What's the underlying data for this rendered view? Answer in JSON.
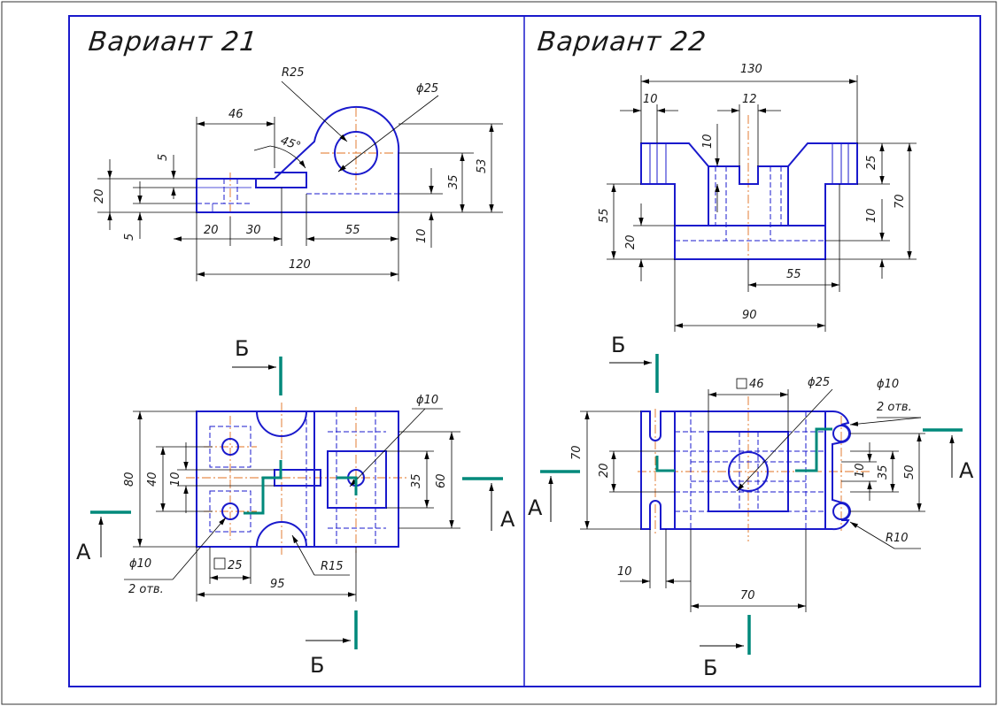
{
  "colors": {
    "frame": "#1a1acc",
    "part": "#1a1acc",
    "dim": "#000000",
    "axis": "#e07020",
    "cut": "#00897b"
  },
  "variant21": {
    "title": "Вариант 21",
    "front": {
      "dims": [
        "R25",
        "ϕ25",
        "46",
        "45°",
        "5",
        "20",
        "5",
        "35",
        "53",
        "20",
        "30",
        "55",
        "10",
        "120"
      ]
    },
    "plan": {
      "dims": [
        "ϕ10",
        "80",
        "40",
        "10",
        "35",
        "60",
        "ϕ10",
        "2 отв.",
        "25",
        "95",
        "R15"
      ],
      "section_labels": [
        "Б",
        "Б",
        "А",
        "А"
      ]
    }
  },
  "variant22": {
    "title": "Вариант 22",
    "front": {
      "dims": [
        "130",
        "10",
        "12",
        "10",
        "25",
        "70",
        "10",
        "55",
        "20",
        "55",
        "90"
      ]
    },
    "plan": {
      "dims": [
        "46",
        "ϕ25",
        "ϕ10",
        "2 отв.",
        "70",
        "20",
        "10",
        "35",
        "50",
        "R10",
        "10",
        "70"
      ],
      "section_labels": [
        "Б",
        "Б",
        "А",
        "А"
      ]
    }
  }
}
